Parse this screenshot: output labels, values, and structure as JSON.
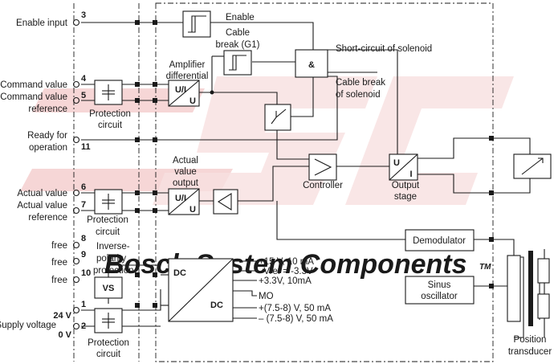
{
  "colors": {
    "line": "#1a1a1a",
    "watermark": "#f1c9c9",
    "watermark_text": "#dedede"
  },
  "pins": {
    "p3": "3",
    "p4": "4",
    "p5": "5",
    "p11": "11",
    "p6": "6",
    "p7": "7",
    "p8": "8",
    "p9": "9",
    "p10": "10",
    "p1": "1",
    "p2": "2",
    "p24v": "24 V",
    "p0v": "0 V"
  },
  "labels": {
    "enable_input": "Enable input",
    "command_value": "Command value",
    "command_value_reference": "Command value",
    "reference_1": "reference",
    "ready_for": "Ready for",
    "operation": "operation",
    "actual_value": "Actual value",
    "actual_value_reference": "Actual value",
    "reference_2": "reference",
    "free_8": "free",
    "free_9": "free",
    "free_10": "free",
    "supply_voltage": "Supply voltage",
    "enable": "Enable",
    "cable": "Cable",
    "break_g1": "break (G1)",
    "amplifier": "Amplifier",
    "differential": "differential",
    "short_circuit": "Short-circuit of solenoid",
    "cable_break": "Cable break",
    "of_solenoid": "of solenoid",
    "protection_1": "Protection",
    "circuit_1": "circuit",
    "protection_2": "Protection",
    "circuit_2": "circuit",
    "protection_3": "Protection",
    "circuit_3": "circuit",
    "actual": "Actual",
    "value": "value",
    "output": "output",
    "controller": "Controller",
    "output_label": "Output",
    "stage": "stage",
    "inverse": "Inverse-",
    "polarity": "polarity",
    "protection_inv": "protection",
    "vs": "VS",
    "dc_top": "DC",
    "dc_bottom": "DC",
    "rail_15v": "+15 V, 10 mA",
    "rail_vref": "–Vref = -3.3V",
    "rail_33v": "+3.3V, 10mA",
    "rail_mo": "MO",
    "rail_78p": "+(7.5-8) V, 50 mA",
    "rail_78n": "– (7.5-8) V, 50 mA",
    "demodulator": "Demodulator",
    "sinus": "Sinus",
    "oscillator": "oscillator",
    "position": "Position",
    "transducer": "transducer",
    "and_gate": "&",
    "ui_1a": "U/I",
    "ui_1b": "U",
    "ui_2a": "U/I",
    "ui_2b": "U",
    "out_u": "U",
    "out_i": "I"
  },
  "watermark": {
    "text": "Bosch System Components",
    "tm": "TM"
  }
}
